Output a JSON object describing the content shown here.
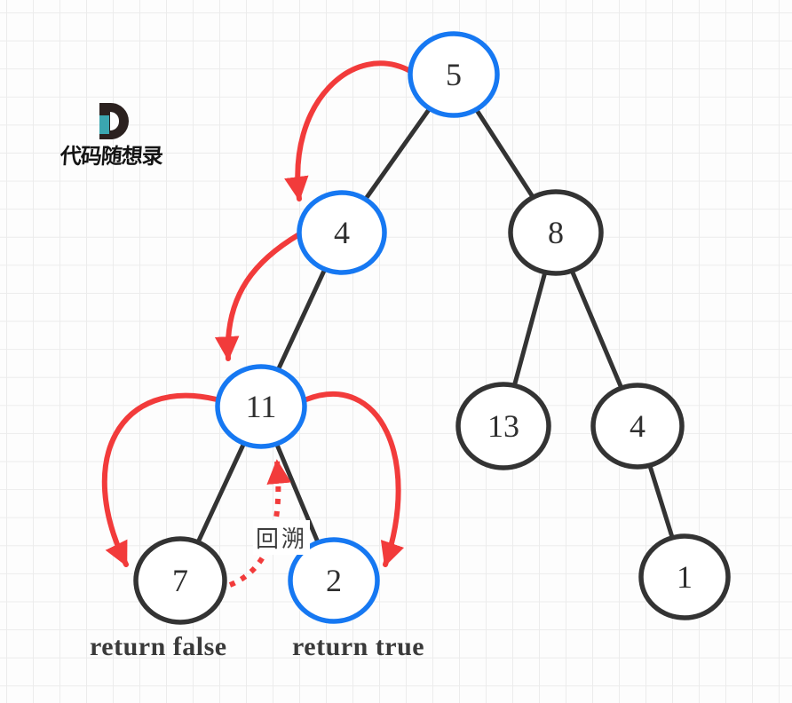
{
  "brand": {
    "logo_letter": "D",
    "name": "代码随想录"
  },
  "colors": {
    "highlight_blue": "#1678f2",
    "node_stroke": "#333333",
    "arrow_red": "#f23b3b",
    "grid_line": "#ececec",
    "logo_teal": "#3ba6b0",
    "logo_dark": "#2b211f",
    "background": "#fdfdfd"
  },
  "labels": {
    "backtrack": "回溯",
    "return_false": "return false",
    "return_true": "return true"
  },
  "tree": {
    "nodes": [
      {
        "value": "5",
        "highlighted": true
      },
      {
        "value": "4",
        "highlighted": true
      },
      {
        "value": "8",
        "highlighted": false
      },
      {
        "value": "11",
        "highlighted": true
      },
      {
        "value": "13",
        "highlighted": false
      },
      {
        "value": "4",
        "highlighted": false
      },
      {
        "value": "7",
        "highlighted": false
      },
      {
        "value": "2",
        "highlighted": true
      },
      {
        "value": "1",
        "highlighted": false
      }
    ],
    "edges": [
      [
        0,
        1
      ],
      [
        0,
        2
      ],
      [
        1,
        3
      ],
      [
        3,
        6
      ],
      [
        3,
        7
      ],
      [
        2,
        4
      ],
      [
        2,
        5
      ],
      [
        5,
        8
      ]
    ],
    "traversal_arrows": [
      {
        "from": 0,
        "to": 1,
        "style": "solid"
      },
      {
        "from": 1,
        "to": 3,
        "style": "solid"
      },
      {
        "from": 3,
        "to": 6,
        "style": "solid"
      },
      {
        "from": 6,
        "to": 3,
        "style": "dotted",
        "label": "回溯"
      },
      {
        "from": 3,
        "to": 7,
        "style": "solid"
      }
    ]
  }
}
